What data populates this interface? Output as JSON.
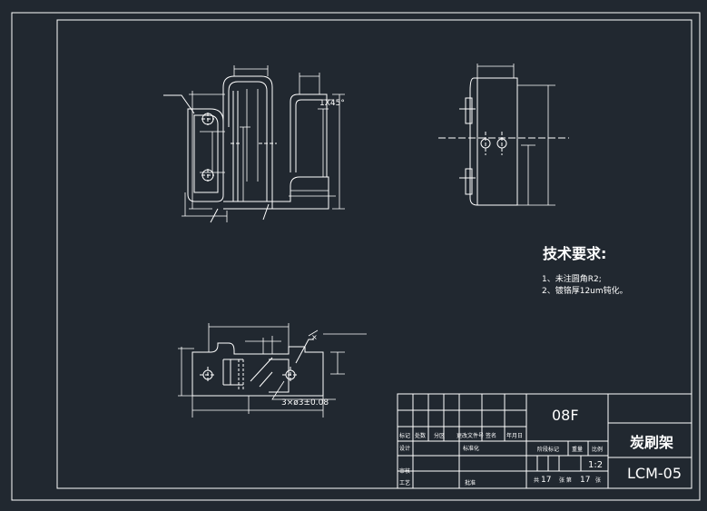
{
  "tech_requirements": {
    "title": "技术要求:",
    "items": [
      "1、未注圆角R2;",
      "2、镀铬厚12um钝化。"
    ]
  },
  "dimensions": {
    "chamfer": "1X45°",
    "holes": "3×ø3±0.08"
  },
  "title_block": {
    "material": "08F",
    "part_name": "炭刷架",
    "drawing_number": "LCM-05",
    "scale": "1:2",
    "sheets_total": "17",
    "sheet_number": "17",
    "labels": {
      "mark": "标记",
      "count": "处数",
      "zone": "分区",
      "change_doc": "更改文件号",
      "signature": "签名",
      "date": "年月日",
      "design": "设计",
      "standardization": "标准化",
      "stage_mark": "阶段标记",
      "weight": "重量",
      "scale": "比例",
      "review": "审核",
      "process": "工艺",
      "approve": "批准",
      "total": "共",
      "sheet": "张 第",
      "sheet_unit": "张"
    }
  }
}
